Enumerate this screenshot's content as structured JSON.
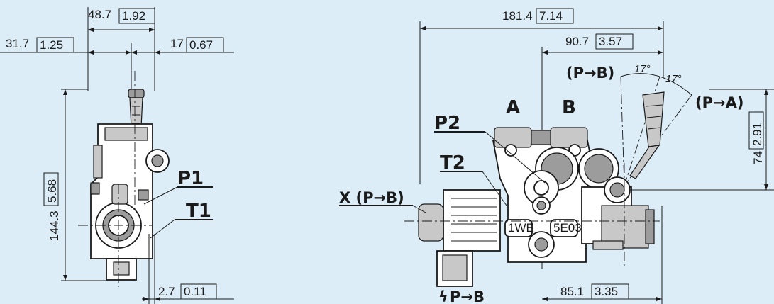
{
  "colors": {
    "background": "#dcedf7",
    "line": "#1a1a1a",
    "body": "#ffffff",
    "shade": "#9c9c9c"
  },
  "dimensions": {
    "width_total": "48.7",
    "width_total_in": "1.92",
    "left_offset": "31.7",
    "left_offset_in": "1.25",
    "lever_offset": "17",
    "lever_offset_in": "0.67",
    "height_total": "144.3",
    "height_total_in": "5.68",
    "base_offset": "2.7",
    "base_offset_in": "0.11",
    "length_total": "181.4",
    "length_total_in": "7.14",
    "lever_axis": "90.7",
    "lever_axis_in": "3.57",
    "port_height": "74",
    "port_height_in": "2.91",
    "solenoid_axis": "85.1",
    "solenoid_axis_in": "3.35"
  },
  "labels": {
    "p1": "P1",
    "t1": "T1",
    "p2": "P2",
    "t2": "T2",
    "port_a": "A",
    "port_b": "B",
    "pos_pb": "(P→B)",
    "pos_pa": "(P→A)",
    "solenoid": "X (P→B)",
    "electric": "P→B",
    "angle_left": "17°",
    "angle_right": "17°",
    "marking_1": "1WE",
    "marking_2": "5E03"
  }
}
